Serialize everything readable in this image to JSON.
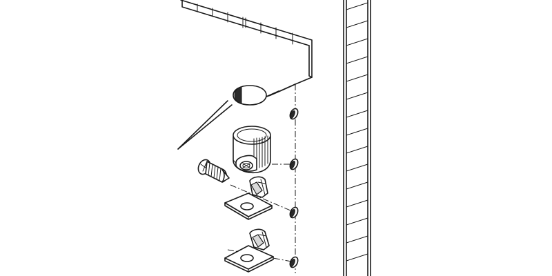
{
  "illustration": {
    "kind": "assembly-diagram",
    "labels": [],
    "colors": {
      "line": "#1a1a1a",
      "background": "#ffffff",
      "shade": "#d9d9d9",
      "dark": "#2a2a2a"
    },
    "parts": {
      "shelf_panel": "shelf-panel",
      "side_panel": "side-panel",
      "screw": "screw",
      "connector_housing": "cam-connector-housing",
      "bracket_upper": "mounting-bracket-upper",
      "bracket_lower": "mounting-bracket-lower",
      "drilled_holes": 4
    }
  }
}
